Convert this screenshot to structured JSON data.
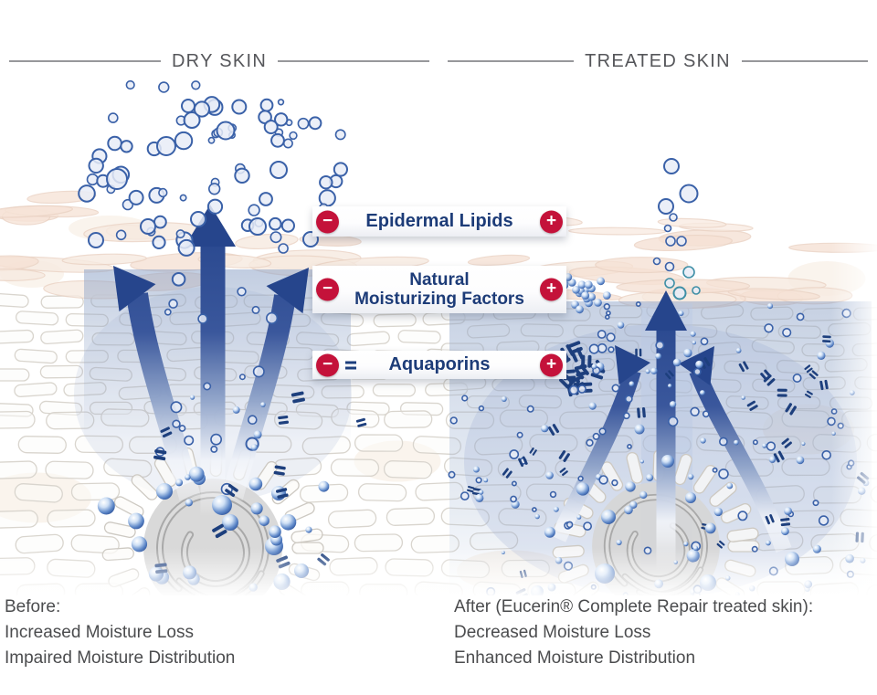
{
  "headers": {
    "left": "DRY SKIN",
    "right": "TREATED SKIN"
  },
  "factors": [
    {
      "id": "epidermal-lipids",
      "line1": "Epidermal Lipids",
      "line2": "",
      "left_badge": "minus",
      "right_badge": "plus"
    },
    {
      "id": "natural-moisturizing-factors",
      "line1": "Natural",
      "line2": "Moisturizing Factors",
      "left_badge": "minus",
      "right_badge": "plus"
    },
    {
      "id": "aquaporins",
      "line1": "Aquaporins",
      "line2": "",
      "left_badge": "minus",
      "right_badge": "plus"
    }
  ],
  "icons": {
    "minus": "−",
    "plus": "+"
  },
  "captions": {
    "before": {
      "heading": "Before:",
      "line1": "Increased Moisture Loss",
      "line2": "Impaired Moisture Distribution"
    },
    "after": {
      "heading": "After (Eucerin® Complete Repair treated skin):",
      "line1": "Decreased Moisture Loss",
      "line2": "Enhanced Moisture Distribution"
    }
  },
  "colors": {
    "badge_red": "#c4123a",
    "arrow_blue": "#26458c",
    "label_navy": "#1d3c78",
    "header_text": "#55565a",
    "header_line": "#97989b",
    "caption_text": "#4b4c4e",
    "bubble_stroke": "#3a61a8",
    "bubble_fill": "#e7ecf7",
    "bubble_teal": "#3f8fa6",
    "aquaporin_navy": "#1d3f7d",
    "sphere_deep": "#2a4e95",
    "cell_stroke": "#d9d5ce",
    "flake_fill": "#f7ebe1",
    "flake_stroke": "#ead2c3",
    "gland_gray": "#a9a9a9",
    "haze_blue": "#8fa4c8"
  }
}
